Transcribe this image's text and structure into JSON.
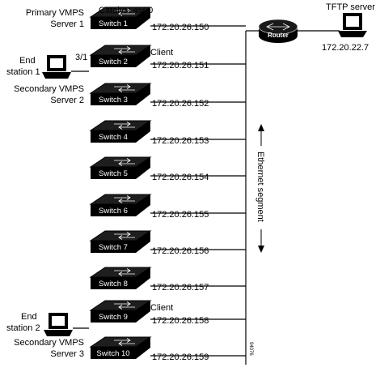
{
  "catalyst_label": "Catalyst 4500",
  "tftp": {
    "title": "TFTP server",
    "ip": "172.20.22.7"
  },
  "router": {
    "label": "Router"
  },
  "segment_label": "Ethernet segment",
  "figure_id": "94076",
  "switches": [
    {
      "name": "Switch 1",
      "ip": "172.20.26.150",
      "role": [
        "Primary VMPS",
        "Server 1"
      ]
    },
    {
      "name": "Switch 2",
      "ip": "172.20.26.151",
      "client": "Client",
      "port": "3/1"
    },
    {
      "name": "Switch 3",
      "ip": "172.20.26.152",
      "role": [
        "Secondary VMPS",
        "Server 2"
      ]
    },
    {
      "name": "Switch 4",
      "ip": "172.20.26.153"
    },
    {
      "name": "Switch 5",
      "ip": "172.20.26.154"
    },
    {
      "name": "Switch 6",
      "ip": "172.20.26.155"
    },
    {
      "name": "Switch 7",
      "ip": "172.20.26.156"
    },
    {
      "name": "Switch 8",
      "ip": "172.20.26.157"
    },
    {
      "name": "Switch 9",
      "ip": "172.20.26.158",
      "client": "Client"
    },
    {
      "name": "Switch 10",
      "ip": "172.20.26.159",
      "role": [
        "Secondary VMPS",
        "Server 3"
      ]
    }
  ],
  "end_stations": [
    {
      "lines": [
        "End",
        "station 1"
      ]
    },
    {
      "lines": [
        "End",
        "station 2"
      ]
    }
  ]
}
